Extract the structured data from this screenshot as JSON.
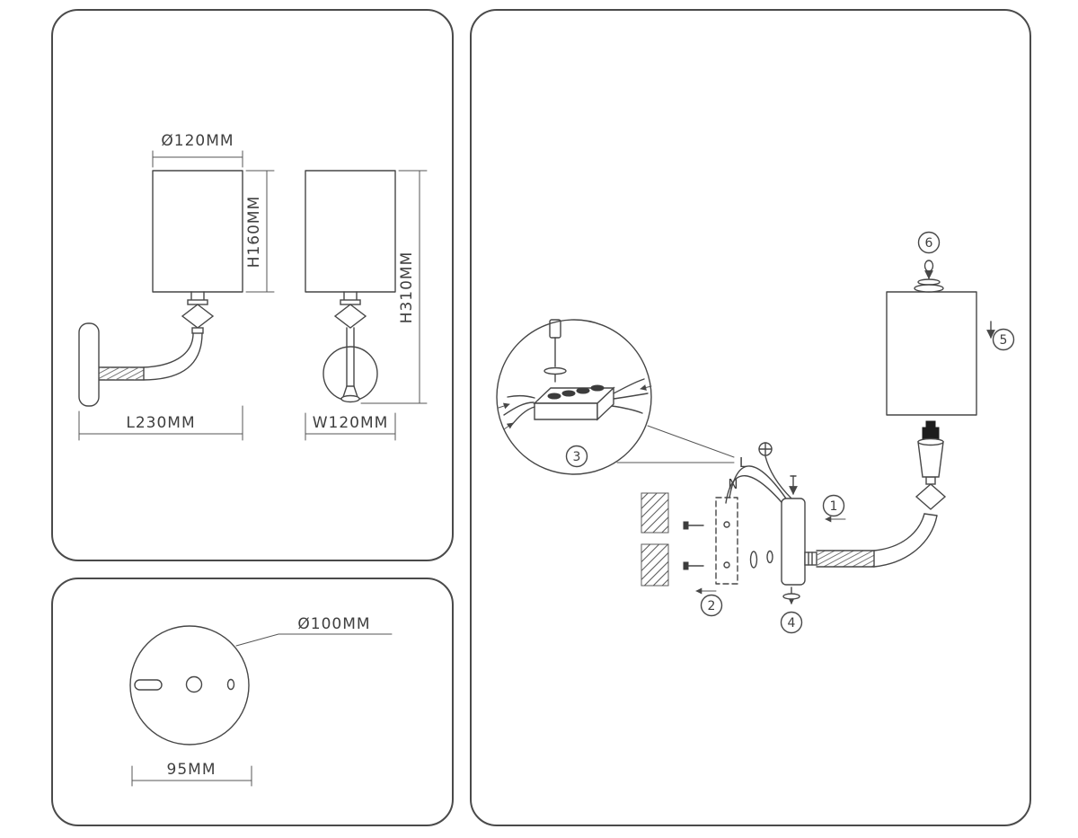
{
  "diagram": {
    "front_view": {
      "shade_diameter_label": "Ø120MM",
      "shade_height_label": "H160MM",
      "length_label": "L230MM"
    },
    "side_view": {
      "total_height_label": "H310MM",
      "width_label": "W120MM"
    },
    "backplate_view": {
      "plate_diameter_label": "Ø100MM",
      "mount_spacing_label": "95MM"
    },
    "assembly": {
      "wire_live_label": "L",
      "wire_neutral_label": "N",
      "step_1": "1",
      "step_2": "2",
      "step_3": "3",
      "step_4": "4",
      "step_5": "5",
      "step_6": "6"
    },
    "colors": {
      "line": "#474747",
      "background": "#ffffff"
    }
  }
}
